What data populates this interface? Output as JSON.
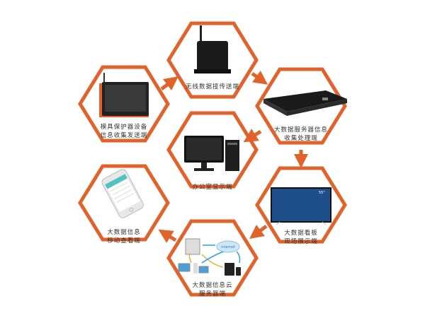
{
  "colors": {
    "accent": "#e2622b",
    "device_dark": "#1b1b1b",
    "screen_blue": "#1f4f8a",
    "phone_teal": "#4fc3c0"
  },
  "nodes": {
    "wireless": {
      "lines": [
        "无线数据接传送端"
      ],
      "icon": "wireless-router-icon"
    },
    "mold_device": {
      "lines": [
        "模具保护器设备",
        "信息收集发送端"
      ],
      "icon": "tablet-panel-icon"
    },
    "server": {
      "lines": [
        "大数据服务器信息",
        "收集处理端"
      ],
      "icon": "rack-server-icon"
    },
    "office": {
      "lines": [
        "办公室显示端"
      ],
      "icon": "desktop-computer-icon"
    },
    "board": {
      "lines": [
        "大数据看板",
        "现场展示端"
      ],
      "icon": "tv-display-icon",
      "screen_text": "55\""
    },
    "mobile": {
      "lines": [
        "大数据信息",
        "移动查看端"
      ],
      "icon": "smartphone-icon"
    },
    "cloud": {
      "lines": [
        "大数据信息云",
        "服务器端"
      ],
      "icon": "cloud-network-icon",
      "cloud_text": "internet"
    }
  }
}
